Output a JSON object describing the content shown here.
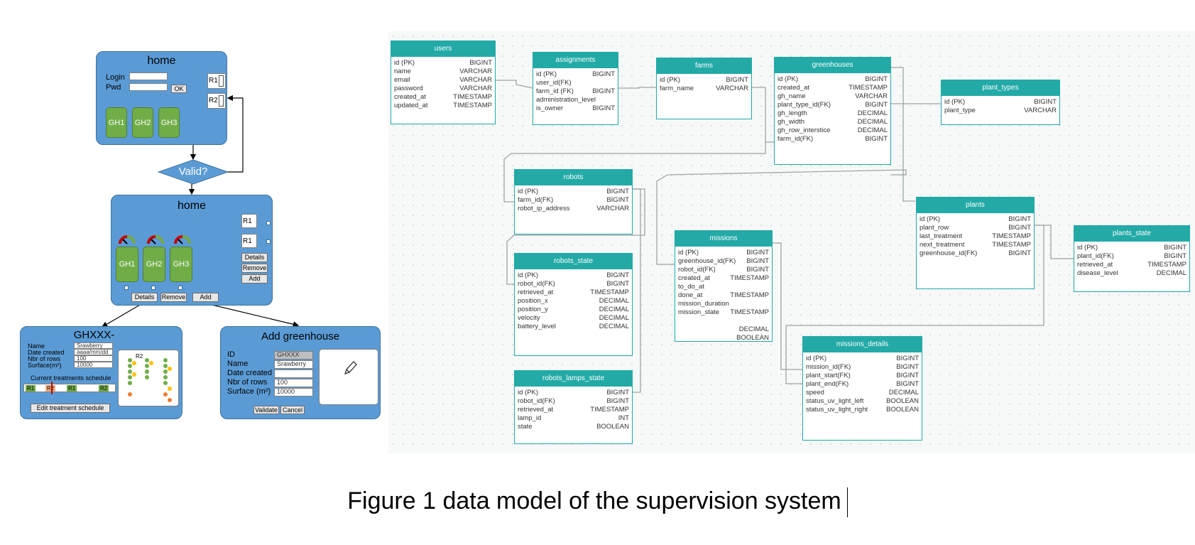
{
  "mockups": {
    "login": {
      "title": "home",
      "login_label": "Login",
      "pwd_label": "Pwd",
      "ok": "OK",
      "gh": [
        "GH1",
        "GH2",
        "GH3"
      ],
      "robots": [
        "R1",
        "R2"
      ]
    },
    "decision": {
      "label": "Valid?"
    },
    "home": {
      "title": "home",
      "gh": [
        "GH1",
        "GH2",
        "GH3"
      ],
      "robots": [
        "R1",
        "R1"
      ],
      "side_buttons": [
        "Details",
        "Remove",
        "Add"
      ],
      "bottom_buttons": [
        "Details",
        "Remove",
        "Add"
      ]
    },
    "ghxxx": {
      "title": "GHXXX-",
      "fields": [
        {
          "label": "Name",
          "value": "Srawberry"
        },
        {
          "label": "Date created",
          "value": "aaaa/mm/dd"
        },
        {
          "label": "Nbr of rows",
          "value": "100"
        },
        {
          "label": "Surface(m²)",
          "value": "10000"
        }
      ],
      "schedule_title": "Current treatments schedule",
      "schedule": [
        "R1",
        "R2",
        "R1",
        "R2"
      ],
      "plot_label": "R2",
      "edit_button": "Edit treatment schedule"
    },
    "add": {
      "title": "Add greenhouse",
      "fields": [
        {
          "label": "ID",
          "value": "GHXXX"
        },
        {
          "label": "Name",
          "value": "Srawberry"
        },
        {
          "label": "Date created",
          "value": ""
        },
        {
          "label": "Nbr of rows",
          "value": "100"
        },
        {
          "label": "Surface (m²)",
          "value": "10000"
        }
      ],
      "validate": "Validate",
      "cancel": "Cancel"
    }
  },
  "tables": [
    {
      "name": "users",
      "rows": [
        [
          "id (PK)",
          "BIGINT"
        ],
        [
          "name",
          "VARCHAR"
        ],
        [
          "email",
          "VARCHAR"
        ],
        [
          "password",
          "VARCHAR"
        ],
        [
          "created_at",
          "TIMESTAMP"
        ],
        [
          "updated_at",
          "TIMESTAMP"
        ]
      ]
    },
    {
      "name": "assignments",
      "rows": [
        [
          "id (PK)",
          "BIGINT"
        ],
        [
          "user_id(FK)",
          ""
        ],
        [
          "farm_id (FK)",
          "BIGINT"
        ],
        [
          "administration_level",
          ""
        ],
        [
          "is_owner",
          "BIGINT"
        ]
      ]
    },
    {
      "name": "farms",
      "rows": [
        [
          "id (PK)",
          "BIGINT"
        ],
        [
          "farm_name",
          "VARCHAR"
        ]
      ]
    },
    {
      "name": "greenhouses",
      "rows": [
        [
          "id (PK)",
          "BIGINT"
        ],
        [
          "created_at",
          "TIMESTAMP"
        ],
        [
          "gh_name",
          "VARCHAR"
        ],
        [
          "plant_type_id(FK)",
          "BIGINT"
        ],
        [
          "gh_length",
          "DECIMAL"
        ],
        [
          "gh_width",
          "DECIMAL"
        ],
        [
          "gh_row_interstice",
          "DECIMAL"
        ],
        [
          "farm_id(FK)",
          "BIGINT"
        ]
      ]
    },
    {
      "name": "plant_types",
      "rows": [
        [
          "id (PK)",
          "BIGINT"
        ],
        [
          "plant_type",
          "VARCHAR"
        ]
      ]
    },
    {
      "name": "robots",
      "rows": [
        [
          "id (PK)",
          "BIGINT"
        ],
        [
          "farm_id(FK)",
          "BIGINT"
        ],
        [
          "robot_ip_address",
          "VARCHAR"
        ]
      ]
    },
    {
      "name": "plants",
      "rows": [
        [
          "id (PK)",
          "BIGINT"
        ],
        [
          "plant_row",
          "BIGINT"
        ],
        [
          "last_treatment",
          "TIMESTAMP"
        ],
        [
          "next_treatment",
          "TIMESTAMP"
        ],
        [
          "greenhouse_id(FK)",
          "BIGINT"
        ]
      ]
    },
    {
      "name": "plants_state",
      "rows": [
        [
          "id (PK)",
          "BIGINT"
        ],
        [
          "plant_id(FK)",
          "BIGINT"
        ],
        [
          "retrieved_at",
          "TIMESTAMP"
        ],
        [
          "disease_level",
          "DECIMAL"
        ]
      ]
    },
    {
      "name": "missions",
      "rows": [
        [
          "id (PK)",
          "BIGINT"
        ],
        [
          "greenhouse_id(FK)",
          "BIGINT"
        ],
        [
          "robot_id(FK)",
          "BIGINT"
        ],
        [
          "created_at",
          "TIMESTAMP"
        ],
        [
          "to_do_at",
          ""
        ],
        [
          "done_at",
          "TIMESTAMP"
        ],
        [
          "mission_duration",
          ""
        ],
        [
          "mission_state",
          "TIMESTAMP"
        ],
        [
          "",
          ""
        ],
        [
          "",
          "DECIMAL"
        ],
        [
          "",
          "BOOLEAN"
        ]
      ]
    },
    {
      "name": "robots_state",
      "rows": [
        [
          "id (PK)",
          "BIGINT"
        ],
        [
          "robot_id(FK)",
          "BIGINT"
        ],
        [
          "retrieved_at",
          "TIMESTAMP"
        ],
        [
          "position_x",
          "DECIMAL"
        ],
        [
          "position_y",
          "DECIMAL"
        ],
        [
          "velocity",
          "DECIMAL"
        ],
        [
          "battery_level",
          "DECIMAL"
        ]
      ]
    },
    {
      "name": "missions_details",
      "rows": [
        [
          "id (PK)",
          "BIGINT"
        ],
        [
          "mission_id(FK)",
          "BIGINT"
        ],
        [
          "plant_start(FK)",
          "BIGINT"
        ],
        [
          "plant_end(FK)",
          "BIGINT"
        ],
        [
          "speed",
          "DECIMAL"
        ],
        [
          "status_uv_light_left",
          "BOOLEAN"
        ],
        [
          "status_uv_light_right",
          "BOOLEAN"
        ]
      ]
    },
    {
      "name": "robots_lamps_state",
      "rows": [
        [
          "id (PK)",
          "BIGINT"
        ],
        [
          "robot_id(FK)",
          "BIGINT"
        ],
        [
          "retrieved_at",
          "TIMESTAMP"
        ],
        [
          "lamp_id",
          "INT"
        ],
        [
          "state",
          "BOOLEAN"
        ]
      ]
    }
  ],
  "caption": "Figure 1 data model of the supervision system",
  "colors": {
    "panel": "#5b9bd5",
    "table_header": "#23aaa7",
    "greenhouse": "#70ad47"
  }
}
